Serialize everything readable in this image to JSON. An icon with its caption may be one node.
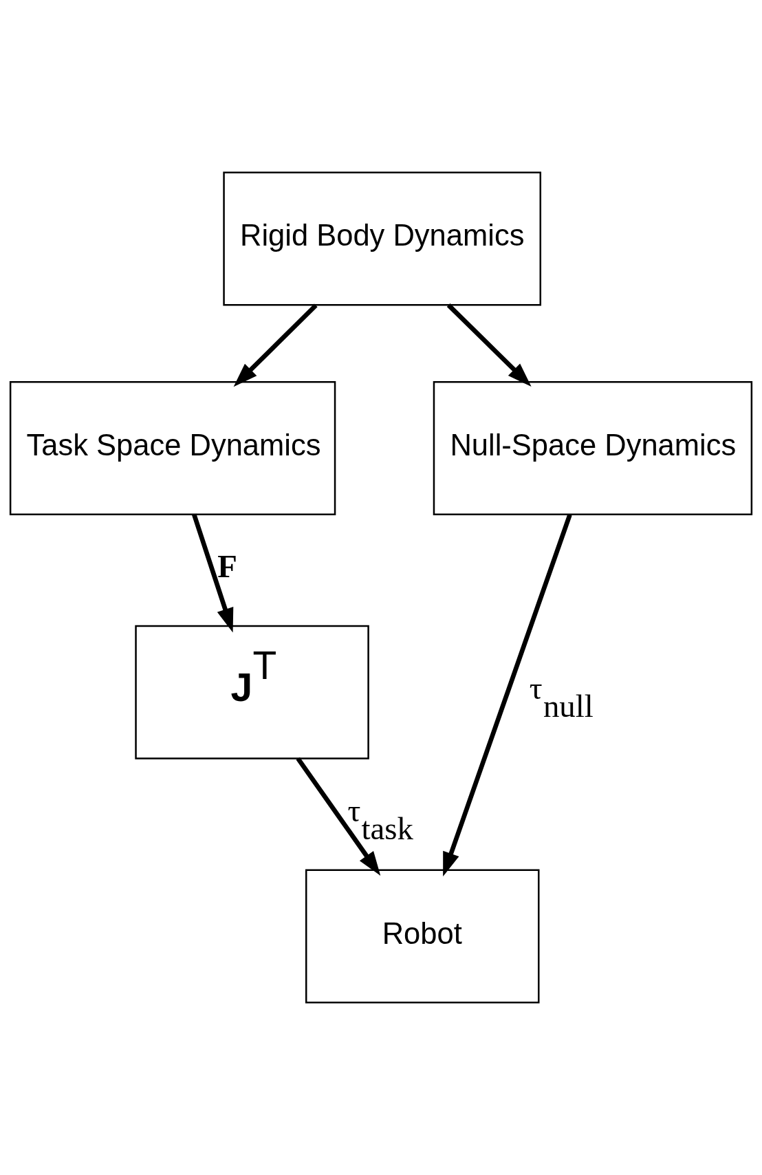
{
  "diagram": {
    "nodes": [
      {
        "text": [
          "Rigid Body Dynamics"
        ]
      },
      {
        "text": [
          "Task Space Dynamics"
        ]
      },
      {
        "text": [
          "Null-Space Dynamics"
        ]
      },
      {
        "text": [
          "**J**$^{T}$"
        ]
      },
      {
        "text": [
          "Robot"
        ]
      }
    ],
    "edges": [
      {
        "from": 0,
        "to": 1,
        "arrow": "to"
      },
      {
        "from": 0,
        "to": 2,
        "arrow": "to"
      },
      {
        "from": 1,
        "to": 3,
        "arrow": "to",
        "label": "**F**"
      },
      {
        "from": 3,
        "to": 4,
        "arrow": "to",
        "label": "τ$_{task}$"
      },
      {
        "from": 2,
        "to": 4,
        "arrow": "to",
        "label": "τ$_{null}$"
      }
    ]
  }
}
